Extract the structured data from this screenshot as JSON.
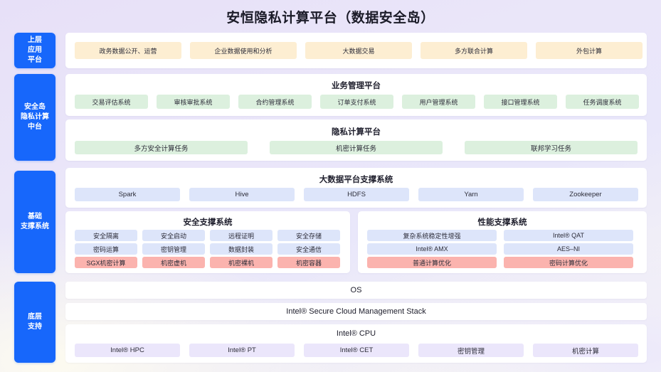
{
  "title": "安恒隐私计算平台（数据安全岛）",
  "rail": [
    {
      "name": "upper-application-platform",
      "label": "上层\n应用\n平台"
    },
    {
      "name": "security-island-privacy-computing-midplatform",
      "label": "安全岛\n隐私计算\n中台"
    },
    {
      "name": "foundation-support-system",
      "label": "基础\n支撑系统"
    },
    {
      "name": "bottom-layer-support",
      "label": "底层\n支持"
    }
  ],
  "layers": {
    "application": {
      "items": [
        "政务数据公开、运营",
        "企业数据使用和分析",
        "大数据交易",
        "多方联合计算",
        "外包计算"
      ]
    },
    "business_platform": {
      "title": "业务管理平台",
      "items": [
        "交易评估系统",
        "审核审批系统",
        "合约管理系统",
        "订单支付系统",
        "用户管理系统",
        "接口管理系统",
        "任务调度系统"
      ]
    },
    "privacy_platform": {
      "title": "隐私计算平台",
      "items": [
        "多方安全计算任务",
        "机密计算任务",
        "联邦学习任务"
      ]
    },
    "bigdata_platform": {
      "title": "大数据平台支撑系统",
      "items": [
        "Spark",
        "Hive",
        "HDFS",
        "Yarn",
        "Zookeeper"
      ]
    },
    "security_support": {
      "title": "安全支撑系统",
      "rows": [
        {
          "tone": "blue",
          "items": [
            "安全隔离",
            "安全启动",
            "远程证明",
            "安全存储"
          ]
        },
        {
          "tone": "blue",
          "items": [
            "密码运算",
            "密钥管理",
            "数据封装",
            "安全通信"
          ]
        },
        {
          "tone": "red",
          "items": [
            "SGX机密计算",
            "机密虚机",
            "机密裸机",
            "机密容器"
          ]
        }
      ]
    },
    "performance_support": {
      "title": "性能支撑系统",
      "rows": [
        {
          "tone": "blue",
          "items": [
            "复杂系统稳定性增强",
            "Intel® QAT"
          ]
        },
        {
          "tone": "blue",
          "items": [
            "Intel® AMX",
            "AES–NI"
          ]
        },
        {
          "tone": "red",
          "items": [
            "普通计算优化",
            "密码计算优化"
          ]
        }
      ]
    },
    "bottom": {
      "bands": [
        "OS",
        "Intel® Secure Cloud Management Stack",
        "Intel® CPU"
      ],
      "cpu_items": [
        "Intel® HPC",
        "Intel® PT",
        "Intel® CET",
        "密钥管理",
        "机密计算"
      ]
    }
  },
  "colors": {
    "accent": "#1767fb",
    "cream": "#fdeed2",
    "green": "#dcf0de",
    "blue": "#dde5fa",
    "red": "#fbb3ae",
    "violet": "#ebe6fb"
  }
}
